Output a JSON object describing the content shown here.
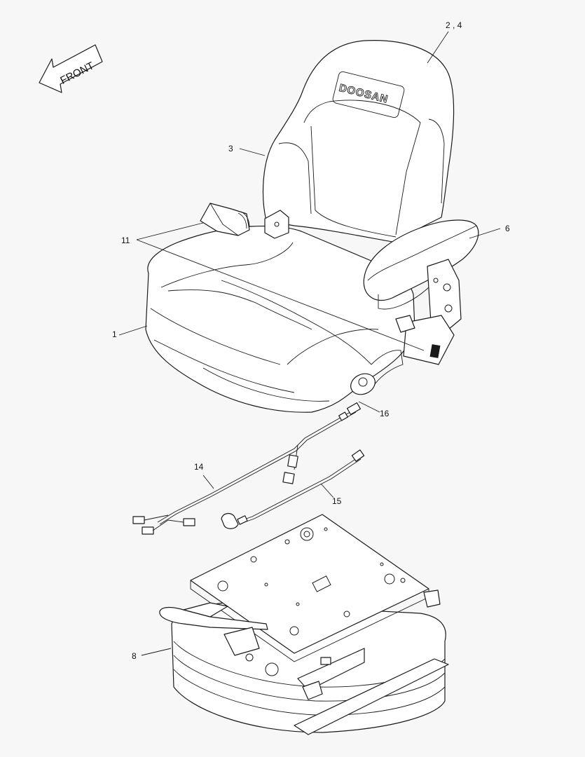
{
  "direction_arrow": {
    "label": "FRONT"
  },
  "brand_logo": {
    "text": "DOOSAN"
  },
  "callouts": {
    "c1": "1",
    "c2_4": "2 , 4",
    "c3": "3",
    "c6": "6",
    "c8": "8",
    "c11": "11",
    "c14": "14",
    "c15": "15",
    "c16": "16"
  }
}
